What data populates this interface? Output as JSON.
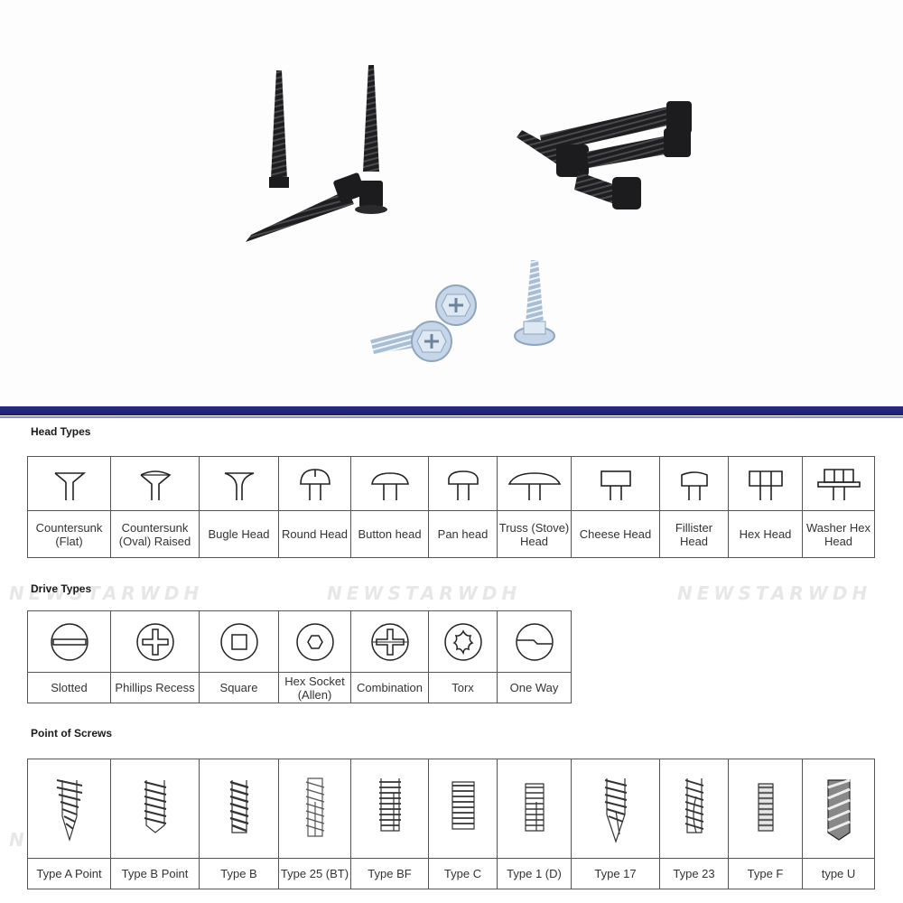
{
  "sections": {
    "head_types": {
      "title": "Head Types",
      "items": [
        {
          "label": "Countersunk (Flat)",
          "icon": "countersunk-flat-icon"
        },
        {
          "label": "Countersunk (Oval) Raised",
          "icon": "countersunk-oval-icon"
        },
        {
          "label": "Bugle Head",
          "icon": "bugle-head-icon"
        },
        {
          "label": "Round Head",
          "icon": "round-head-icon"
        },
        {
          "label": "Button head",
          "icon": "button-head-icon"
        },
        {
          "label": "Pan head",
          "icon": "pan-head-icon"
        },
        {
          "label": "Truss (Stove) Head",
          "icon": "truss-head-icon"
        },
        {
          "label": "Cheese Head",
          "icon": "cheese-head-icon"
        },
        {
          "label": "Fillister Head",
          "icon": "fillister-head-icon"
        },
        {
          "label": "Hex Head",
          "icon": "hex-head-icon"
        },
        {
          "label": "Washer Hex Head",
          "icon": "washer-hex-head-icon"
        }
      ]
    },
    "drive_types": {
      "title": "Drive Types",
      "items": [
        {
          "label": "Slotted",
          "icon": "slotted-drive-icon"
        },
        {
          "label": "Phillips Recess",
          "icon": "phillips-drive-icon"
        },
        {
          "label": "Square",
          "icon": "square-drive-icon"
        },
        {
          "label": "Hex Socket (Allen)",
          "icon": "hex-socket-drive-icon"
        },
        {
          "label": "Combination",
          "icon": "combination-drive-icon"
        },
        {
          "label": "Torx",
          "icon": "torx-drive-icon"
        },
        {
          "label": "One Way",
          "icon": "one-way-drive-icon"
        }
      ]
    },
    "points": {
      "title": "Point of Screws",
      "items": [
        {
          "label": "Type A Point",
          "icon": "type-a-point-icon"
        },
        {
          "label": "Type B Point",
          "icon": "type-b-point-icon"
        },
        {
          "label": "Type B",
          "icon": "type-b-icon"
        },
        {
          "label": "Type 25 (BT)",
          "icon": "type-25-icon"
        },
        {
          "label": "Type BF",
          "icon": "type-bf-icon"
        },
        {
          "label": "Type C",
          "icon": "type-c-icon"
        },
        {
          "label": "Type 1 (D)",
          "icon": "type-1-icon"
        },
        {
          "label": "Type 17",
          "icon": "type-17-icon"
        },
        {
          "label": "Type 23",
          "icon": "type-23-icon"
        },
        {
          "label": "Type F",
          "icon": "type-f-icon"
        },
        {
          "label": "type U",
          "icon": "type-u-icon"
        }
      ]
    }
  },
  "watermark": {
    "text": "NEWSTARWDH"
  },
  "colors": {
    "band": "#2a2b86",
    "black_screw": "#1c1c1e",
    "zinc_screw": "#b7cbe0"
  }
}
